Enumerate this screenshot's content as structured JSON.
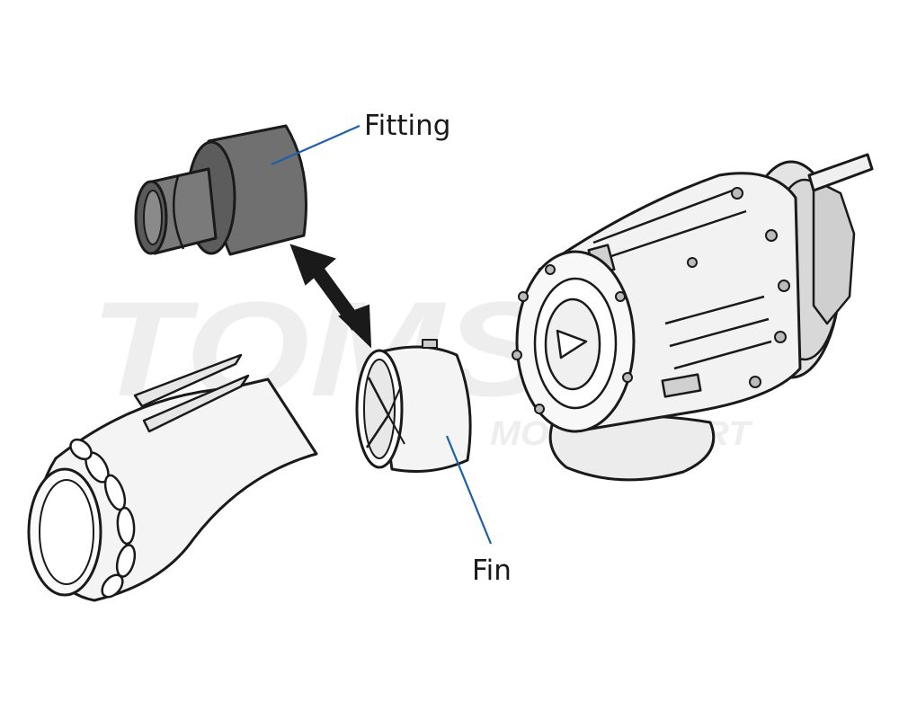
{
  "diagram": {
    "labels": {
      "fitting": "Fitting",
      "fin": "Fin"
    },
    "watermark": {
      "main": "TOMSOZ",
      "sub": "MOTORSPORT"
    },
    "colors": {
      "background": "#ffffff",
      "outline": "#1a1a1a",
      "leader_line": "#1f5fa8",
      "fitting_fill": "#6e6e6e",
      "arrow_fill": "#1a1a1a",
      "part_fill": "#f2f2f2",
      "watermark": "#eeeeee"
    },
    "icons": [
      "double-arrow-icon"
    ]
  }
}
